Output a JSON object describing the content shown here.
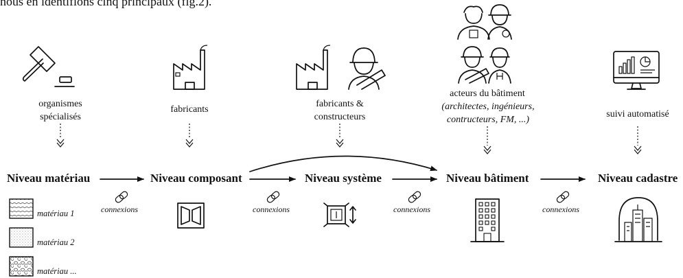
{
  "intro_text": "nous en identifions cinq principaux (fig.2).",
  "actors": {
    "organismes": "organismes spécialisés",
    "fabricants": "fabricants",
    "fabricants_constructeurs": "fabricants & constructeurs",
    "acteurs_title": "acteurs du bâtiment",
    "acteurs_detail": "(architectes, ingénieurs, contructeurs, FM, ...)",
    "suivi": "suivi automatisé"
  },
  "levels": {
    "materiau": "Niveau matériau",
    "composant": "Niveau composant",
    "systeme": "Niveau système",
    "batiment": "Niveau bâtiment",
    "cadastre": "Niveau cadastre"
  },
  "connexion_label": "connexions",
  "materials": [
    "matériau 1",
    "matériau 2",
    "matériau ..."
  ],
  "icons": {
    "organismes": "gavel-icon",
    "fabricants": "factory-icon",
    "fabricants_constructeurs": "factory-worker-icon",
    "acteurs": "people-icons",
    "suivi": "monitor-dashboard-icon",
    "link": "chain-link-icon",
    "composant": "door-frame-icon",
    "systeme": "system-module-icon",
    "batiment": "building-icon",
    "cadastre": "city-dome-icon"
  }
}
